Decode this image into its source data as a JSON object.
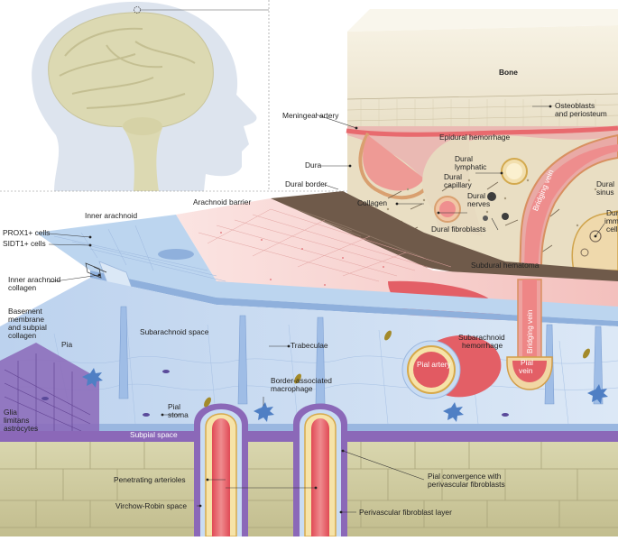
{
  "labels": {
    "bone": "Bone",
    "osteoblasts_1": "Osteoblasts",
    "osteoblasts_2": "and periosteum",
    "meningeal_artery": "Meningeal artery",
    "epidural_hemorrhage": "Epidural hemorrhage",
    "dura": "Dura",
    "dural_lymphatic_1": "Dural",
    "dural_lymphatic_2": "lymphatic",
    "dural_capillary_1": "Dural",
    "dural_capillary_2": "capillary",
    "dural_nerves_1": "Dural",
    "dural_nerves_2": "nerves",
    "bridging_vein_upper": "Bridging vein",
    "dural_sinus_1": "Dural",
    "dural_sinus_2": "sinus",
    "dural_immune_1": "Dural",
    "dural_immune_2": "immune",
    "dural_immune_3": "cell",
    "dural_border": "Dural border",
    "collagen": "Collagen",
    "dural_fibroblasts": "Dural fibroblasts",
    "arachnoid_barrier": "Arachnoid barrier",
    "inner_arachnoid": "Inner arachnoid",
    "prox1": "PROX1+ cells",
    "sidt1": "SIDT1+ cells",
    "subdural_hematoma": "Subdural hematoma",
    "inner_arachnoid_collagen_1": "Inner arachnoid",
    "inner_arachnoid_collagen_2": "collagen",
    "basement_1": "Basement",
    "basement_2": "membrane",
    "basement_3": "and subpial",
    "basement_4": "collagen",
    "subarachnoid_space": "Subarachnoid space",
    "trabeculae": "Trabeculae",
    "subarachnoid_hemorrhage_1": "Subarachnoid",
    "subarachnoid_hemorrhage_2": "hemorrhage",
    "bridging_vein_lower": "Bridging vein",
    "pia": "Pia",
    "pial_artery": "Pial artery",
    "pial_vein_1": "Pial",
    "pial_vein_2": "vein",
    "border_macrophage_1": "Border-associated",
    "border_macrophage_2": "macrophage",
    "pial_stoma_1": "Pial",
    "pial_stoma_2": "stoma",
    "glia_1": "Glia",
    "glia_2": "limitans",
    "glia_3": "astrocytes",
    "subpial_space": "Subpial space",
    "penetrating_arterioles": "Penetrating arterioles",
    "pial_convergence_1": "Pial convergence with",
    "pial_convergence_2": "perivascular fibroblasts",
    "virchow_robin": "Virchow-Robin space",
    "perivascular_layer": "Perivascular fibroblast layer"
  },
  "colors": {
    "bone": "#efe8d4",
    "dura": "#eadfc6",
    "blood": "#e05a62",
    "blood_light": "#f2a5a7",
    "arachnoid": "#f5c9c7",
    "csf": "#cfe0f3",
    "pia": "#9ab7e0",
    "basement": "#8b68b8",
    "brain": "#cfcba0",
    "dural_border": "#6f5a4a",
    "head": "#cfd9e8"
  }
}
